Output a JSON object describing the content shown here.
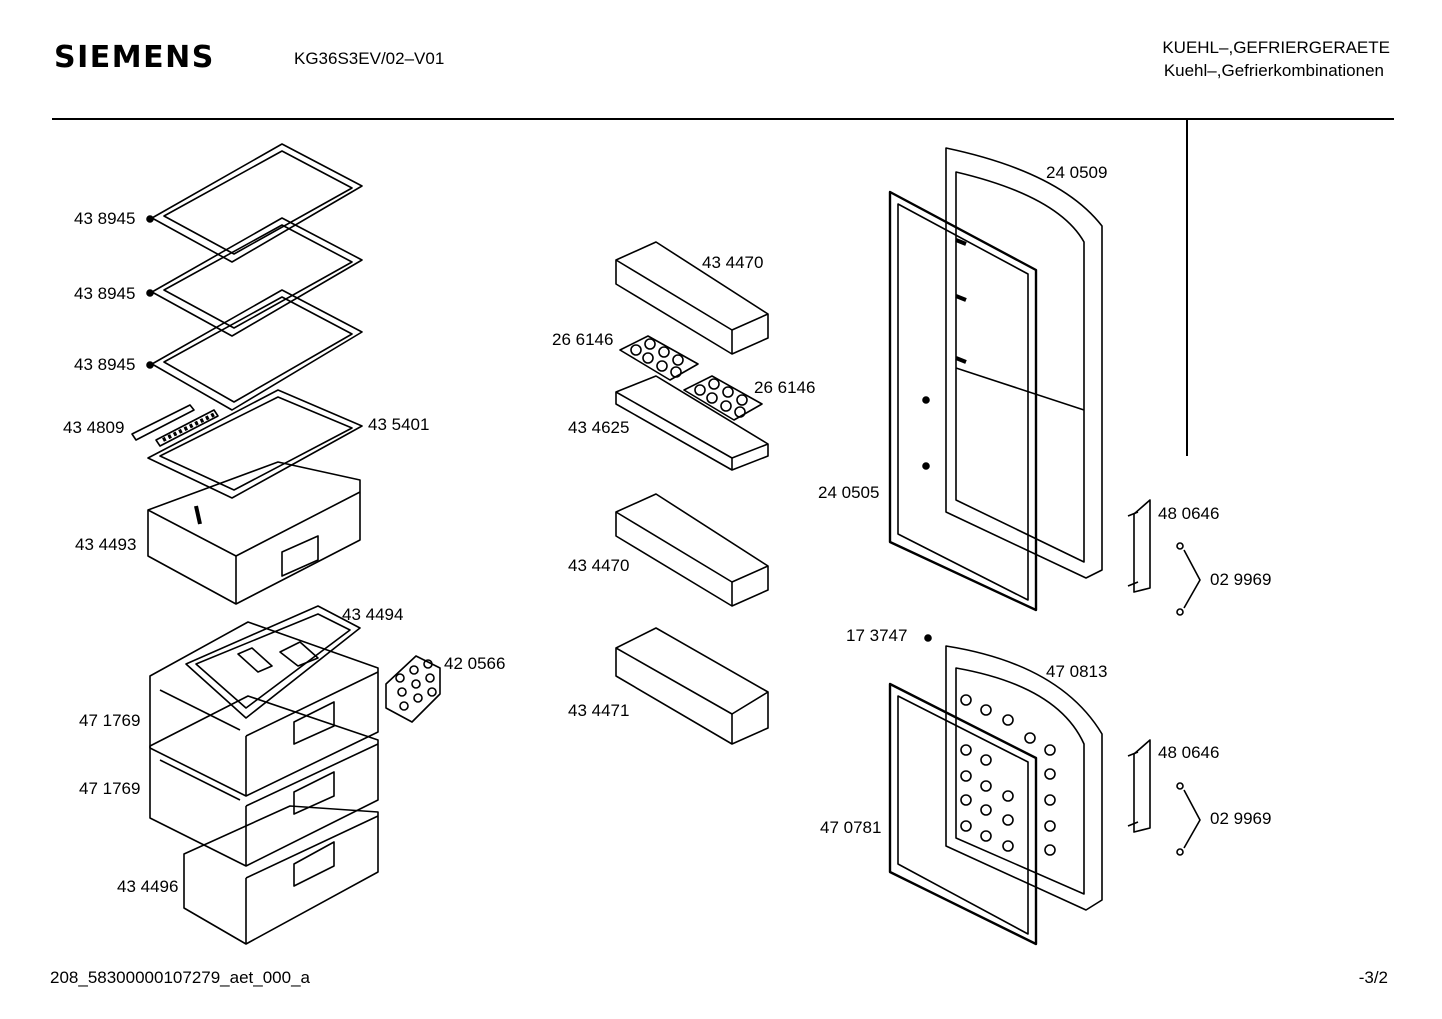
{
  "header": {
    "brand": "SIEMENS",
    "model": "KG36S3EV/02–V01",
    "category_line1": "KUEHL–,GEFRIERGERAETE",
    "category_line2": "Kuehl–,Gefrierkombinationen"
  },
  "footer": {
    "document_id": "208_58300000107279_aet_000_a",
    "page": "-3/2"
  },
  "parts": [
    {
      "id": "shelf-1",
      "label": "43 8945"
    },
    {
      "id": "shelf-2",
      "label": "43 8945"
    },
    {
      "id": "shelf-3",
      "label": "43 8945"
    },
    {
      "id": "shelf-rail",
      "label": "43 4809"
    },
    {
      "id": "shelf-bottom",
      "label": "43 5401"
    },
    {
      "id": "crisper-tray",
      "label": "43 4493"
    },
    {
      "id": "freezer-tray",
      "label": "43 4494"
    },
    {
      "id": "ice-cube-tray",
      "label": "42 0566"
    },
    {
      "id": "freezer-drawer-1",
      "label": "47 1769"
    },
    {
      "id": "freezer-drawer-2",
      "label": "47 1769"
    },
    {
      "id": "freezer-drawer-3",
      "label": "43 4496"
    },
    {
      "id": "door-shelf-1",
      "label": "43 4470"
    },
    {
      "id": "egg-tray-1",
      "label": "26 6146"
    },
    {
      "id": "egg-tray-2",
      "label": "26 6146"
    },
    {
      "id": "door-shelf-egg",
      "label": "43 4625"
    },
    {
      "id": "door-shelf-2",
      "label": "43 4470"
    },
    {
      "id": "door-shelf-3",
      "label": "43 4471"
    },
    {
      "id": "fridge-door",
      "label": "24 0509"
    },
    {
      "id": "fridge-gasket",
      "label": "24 0505"
    },
    {
      "id": "hinge-upper",
      "label": "48 0646"
    },
    {
      "id": "cap-upper",
      "label": "02 9969"
    },
    {
      "id": "screw",
      "label": "17 3747"
    },
    {
      "id": "freezer-door",
      "label": "47 0813"
    },
    {
      "id": "hinge-lower",
      "label": "48 0646"
    },
    {
      "id": "cap-lower",
      "label": "02 9969"
    },
    {
      "id": "freezer-gasket",
      "label": "47 0781"
    }
  ]
}
